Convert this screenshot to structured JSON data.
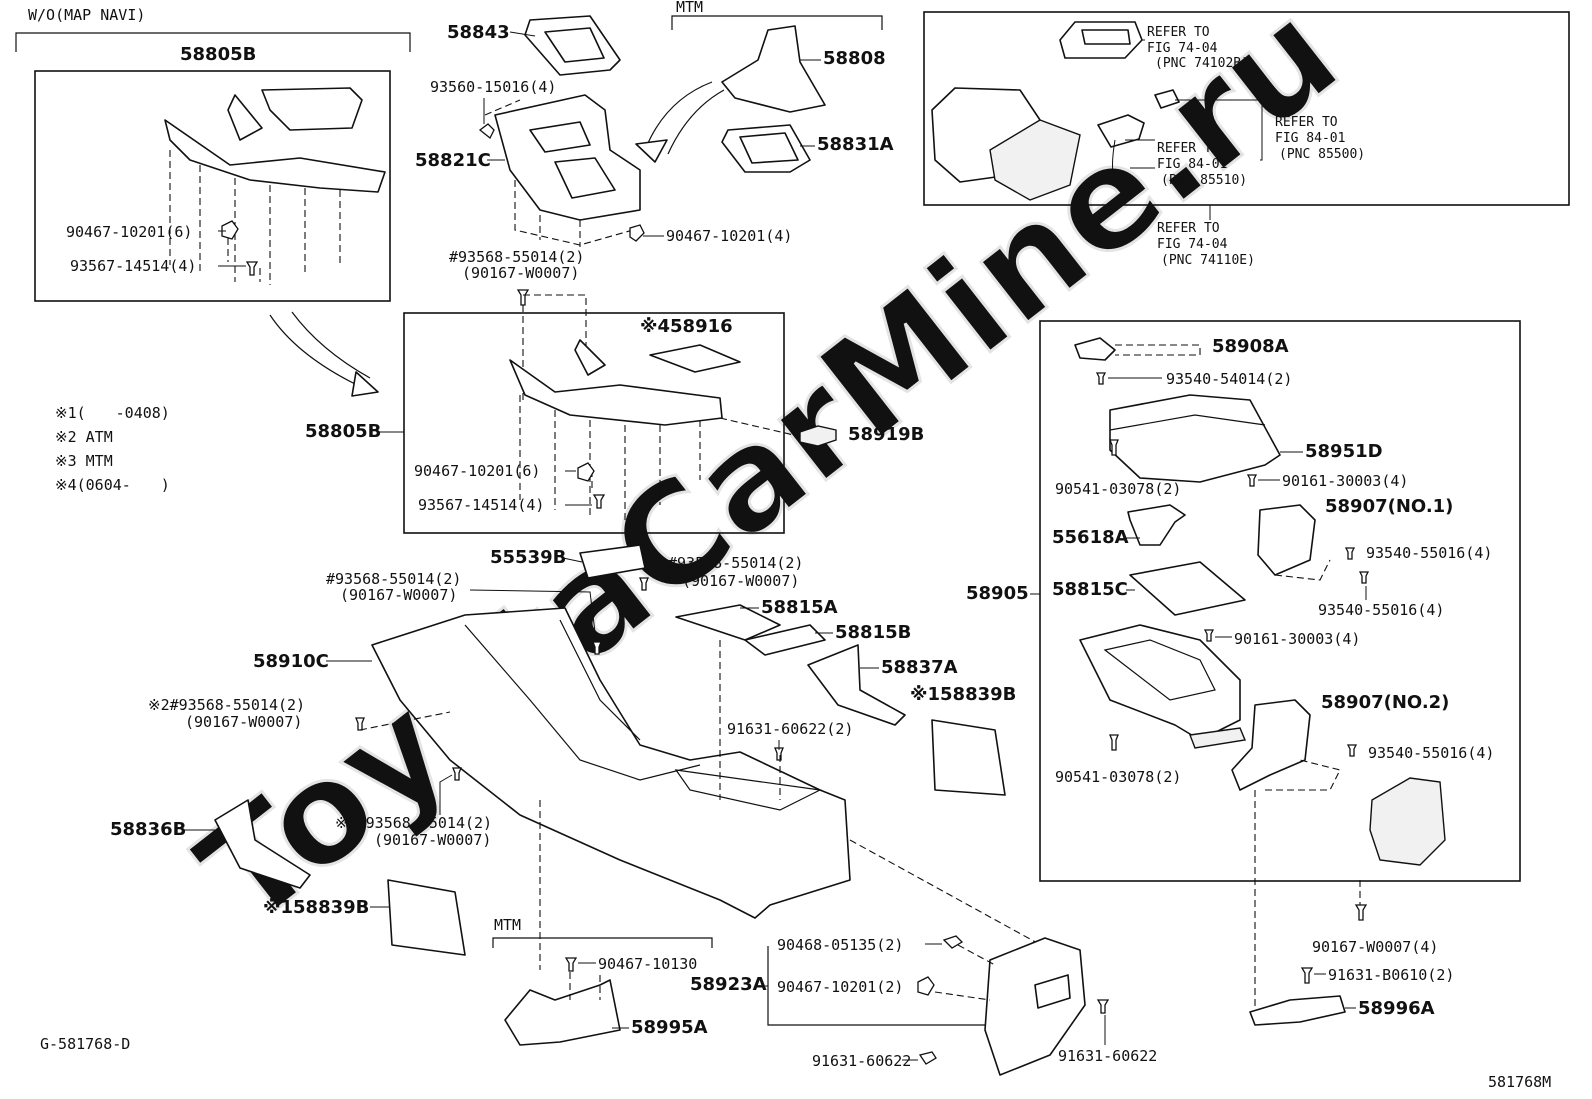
{
  "watermark": "ToyotaCarMine.ru",
  "figure_code": "G-581768-D",
  "figure_number": "581768M",
  "groups": {
    "wo_map_navi": "W/O(MAP NAVI)",
    "mtm_top": "MTM",
    "mtm_bottom": "MTM"
  },
  "notes": [
    "※1(　　-0408)",
    "※2 ATM",
    "※3 MTM",
    "※4(0604-　　)"
  ],
  "refs": {
    "ref1_a": "REFER TO",
    "ref1_b": "FIG 74-04",
    "ref1_c": "(PNC 74102B)",
    "ref2_a": "REFER TO",
    "ref2_b": "FIG 84-01",
    "ref2_c": "(PNC 85500)",
    "ref3_a": "REFER TO",
    "ref3_b": "FIG 84-01",
    "ref3_c": "(PNC 85510)",
    "ref4_a": "REFER TO",
    "ref4_b": "FIG 74-04",
    "ref4_c": "(PNC 74110E)"
  },
  "labels": {
    "p58805B_top": "58805B",
    "p58805B_mid": "58805B",
    "p90467_10201_6_a": "90467-10201(6)",
    "p93567_14514_4_a": "93567-14514(4)",
    "p58843": "58843",
    "p93560_15016_4": "93560-15016(4)",
    "p58808": "58808",
    "p58831A": "58831A",
    "p58821C": "58821C",
    "p90467_10201_4": "90467-10201(4)",
    "p93568_a": "#93568-55014(2)",
    "p90167_a": "(90167-W0007)",
    "p58916": "※458916",
    "p58919B": "58919B",
    "p90467_10201_6_b": "90467-10201(6)",
    "p93567_14514_4_b": "93567-14514(4)",
    "p55539B": "55539B",
    "p93568_b": "#93568-55014(2)",
    "p90167_b": "(90167-W0007)",
    "p93568_c": "#93568-55014(2)",
    "p90167_c": "(90167-W0007)",
    "p58815A": "58815A",
    "p58815B": "58815B",
    "p58910C": "58910C",
    "p58837A": "58837A",
    "p58839B_a": "※158839B",
    "p93568_d": "※2#93568-55014(2)",
    "p90167_d": "(90167-W0007)",
    "p91631_60622_2": "91631-60622(2)",
    "p93568_e": "※3#93568-55014(2)",
    "p90167_e": "(90167-W0007)",
    "p58836B": "58836B",
    "p58839B_b": "※158839B",
    "p90467_10130": "90467-10130",
    "p58995A": "58995A",
    "p90468_05135": "90468-05135(2)",
    "p58923A": "58923A",
    "p90467_10201_2": "90467-10201(2)",
    "p91631_60622_a": "91631-60622",
    "p91631_60622_b": "91631-60622",
    "p58908A": "58908A",
    "p93540_54014": "93540-54014(2)",
    "p58951D": "58951D",
    "p90541_03078_a": "90541-03078(2)",
    "p90161_30003_a": "90161-30003(4)",
    "p58907_no1": "58907(NO.1)",
    "p55618A": "55618A",
    "p93540_55016_a": "93540-55016(4)",
    "p58905": "58905",
    "p58815C": "58815C",
    "p93540_55016_b": "93540-55016(4)",
    "p90161_30003_b": "90161-30003(4)",
    "p58907_no2": "58907(NO.2)",
    "p93540_55016_c": "93540-55016(4)",
    "p90541_03078_b": "90541-03078(2)",
    "p90167_W0007_4": "90167-W0007(4)",
    "p91631_B0610": "91631-B0610(2)",
    "p58996A": "58996A"
  }
}
